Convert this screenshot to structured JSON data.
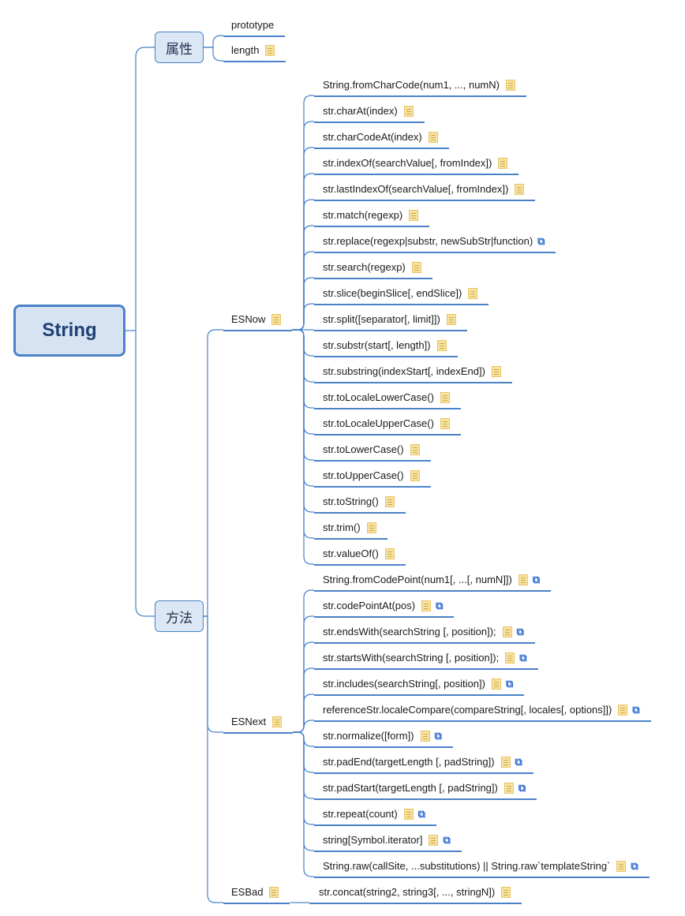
{
  "root": {
    "label": "String"
  },
  "groups": [
    {
      "label": "属性",
      "children": [
        {
          "label": "prototype",
          "note": false,
          "link": false
        },
        {
          "label": "length",
          "note": true,
          "link": false
        }
      ]
    },
    {
      "label": "方法",
      "children": [
        {
          "label": "ESNow",
          "note": true,
          "children": [
            {
              "label": "String.fromCharCode(num1, ..., numN)",
              "note": true,
              "link": false
            },
            {
              "label": "str.charAt(index)",
              "note": true,
              "link": false
            },
            {
              "label": "str.charCodeAt(index)",
              "note": true,
              "link": false
            },
            {
              "label": "str.indexOf(searchValue[, fromIndex])",
              "note": true,
              "link": false
            },
            {
              "label": "str.lastIndexOf(searchValue[, fromIndex])",
              "note": true,
              "link": false
            },
            {
              "label": "str.match(regexp)",
              "note": true,
              "link": false
            },
            {
              "label": "str.replace(regexp|substr, newSubStr|function)",
              "note": false,
              "link": true
            },
            {
              "label": "str.search(regexp)",
              "note": true,
              "link": false
            },
            {
              "label": "str.slice(beginSlice[, endSlice])",
              "note": true,
              "link": false
            },
            {
              "label": "str.split([separator[, limit]])",
              "note": true,
              "link": false
            },
            {
              "label": "str.substr(start[, length])",
              "note": true,
              "link": false
            },
            {
              "label": "str.substring(indexStart[, indexEnd])",
              "note": true,
              "link": false
            },
            {
              "label": "str.toLocaleLowerCase()",
              "note": true,
              "link": false
            },
            {
              "label": "str.toLocaleUpperCase()",
              "note": true,
              "link": false
            },
            {
              "label": "str.toLowerCase()",
              "note": true,
              "link": false
            },
            {
              "label": "str.toUpperCase()",
              "note": true,
              "link": false
            },
            {
              "label": "str.toString()",
              "note": true,
              "link": false
            },
            {
              "label": "str.trim()",
              "note": true,
              "link": false
            },
            {
              "label": "str.valueOf()",
              "note": true,
              "link": false
            }
          ]
        },
        {
          "label": "ESNext",
          "note": true,
          "children": [
            {
              "label": "String.fromCodePoint(num1[, ...[, numN]])",
              "note": true,
              "link": true
            },
            {
              "label": "str.codePointAt(pos)",
              "note": true,
              "link": true
            },
            {
              "label": "str.endsWith(searchString [, position]);",
              "note": true,
              "link": true
            },
            {
              "label": "str.startsWith(searchString [, position]);",
              "note": true,
              "link": true
            },
            {
              "label": "str.includes(searchString[, position])",
              "note": true,
              "link": true
            },
            {
              "label": "referenceStr.localeCompare(compareString[, locales[, options]])",
              "note": true,
              "link": true
            },
            {
              "label": "str.normalize([form])",
              "note": true,
              "link": true
            },
            {
              "label": "str.padEnd(targetLength [, padString])",
              "note": true,
              "link": true
            },
            {
              "label": "str.padStart(targetLength [, padString])",
              "note": true,
              "link": true
            },
            {
              "label": "str.repeat(count)",
              "note": true,
              "link": true
            },
            {
              "label": "string[Symbol.iterator]",
              "note": true,
              "link": true
            },
            {
              "label": "String.raw(callSite, ...substitutions) || String.raw`templateString`",
              "note": true,
              "link": true
            }
          ]
        },
        {
          "label": "ESBad",
          "note": true,
          "children": [
            {
              "label": "str.concat(string2, string3[, ..., stringN])",
              "note": true,
              "link": false
            }
          ]
        }
      ]
    }
  ]
}
